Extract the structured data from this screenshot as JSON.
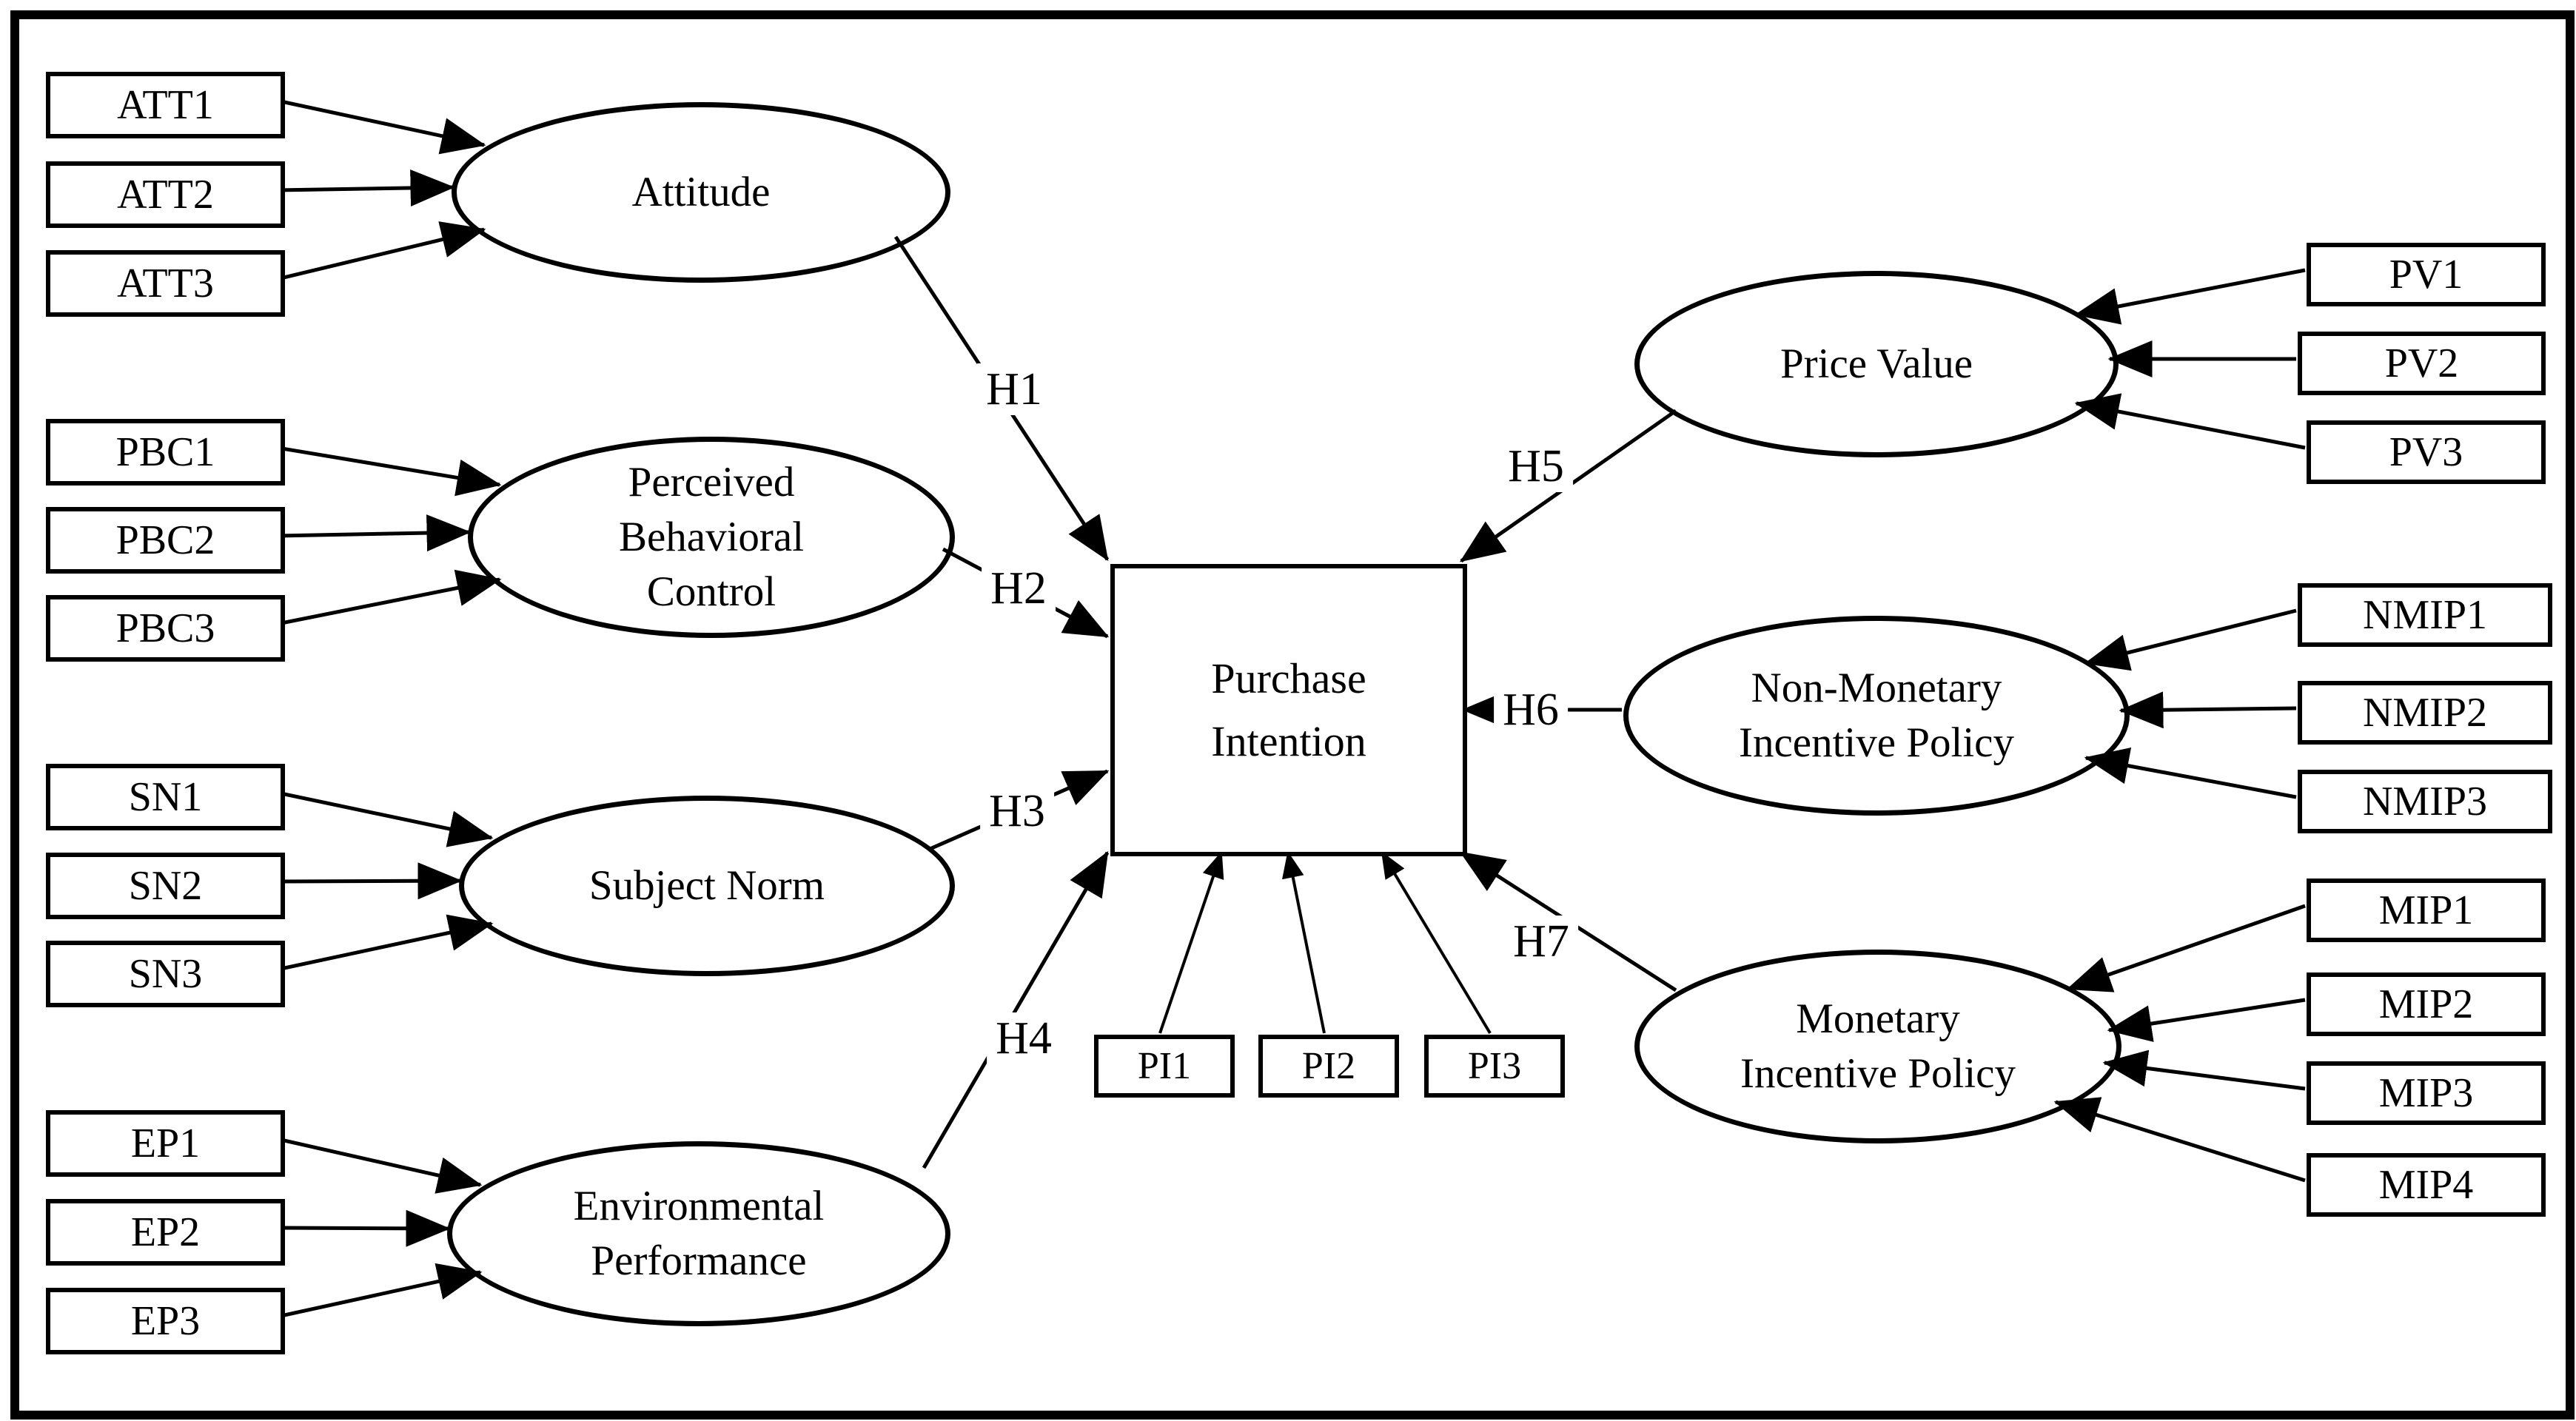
{
  "colors": {
    "ink": "#000000",
    "background": "#ffffff"
  },
  "constructs": {
    "attitude": {
      "label": "Attitude"
    },
    "perceived_behavioral_control": {
      "label": "Perceived Behavioral Control"
    },
    "subject_norm": {
      "label": "Subject Norm"
    },
    "environmental_performance": {
      "label": "Environmental Performance"
    },
    "price_value": {
      "label": "Price Value"
    },
    "non_monetary_incentive_policy": {
      "label": "Non-Monetary Incentive Policy"
    },
    "monetary_incentive_policy": {
      "label": "Monetary Incentive Policy"
    },
    "purchase_intention": {
      "label": "Purchase Intention"
    }
  },
  "indicators": {
    "att": [
      "ATT1",
      "ATT2",
      "ATT3"
    ],
    "pbc": [
      "PBC1",
      "PBC2",
      "PBC3"
    ],
    "sn": [
      "SN1",
      "SN2",
      "SN3"
    ],
    "ep": [
      "EP1",
      "EP2",
      "EP3"
    ],
    "pv": [
      "PV1",
      "PV2",
      "PV3"
    ],
    "nmip": [
      "NMIP1",
      "NMIP2",
      "NMIP3"
    ],
    "mip": [
      "MIP1",
      "MIP2",
      "MIP3",
      "MIP4"
    ],
    "pi": [
      "PI1",
      "PI2",
      "PI3"
    ]
  },
  "hypotheses": [
    "H1",
    "H2",
    "H3",
    "H4",
    "H5",
    "H6",
    "H7"
  ],
  "edges": {
    "structural": [
      {
        "from": "Attitude",
        "to": "Purchase Intention",
        "label": "H1"
      },
      {
        "from": "Perceived Behavioral Control",
        "to": "Purchase Intention",
        "label": "H2"
      },
      {
        "from": "Subject Norm",
        "to": "Purchase Intention",
        "label": "H3"
      },
      {
        "from": "Environmental Performance",
        "to": "Purchase Intention",
        "label": "H4"
      },
      {
        "from": "Price Value",
        "to": "Purchase Intention",
        "label": "H5"
      },
      {
        "from": "Non-Monetary Incentive Policy",
        "to": "Purchase Intention",
        "label": "H6"
      },
      {
        "from": "Monetary Incentive Policy",
        "to": "Purchase Intention",
        "label": "H7"
      }
    ]
  }
}
